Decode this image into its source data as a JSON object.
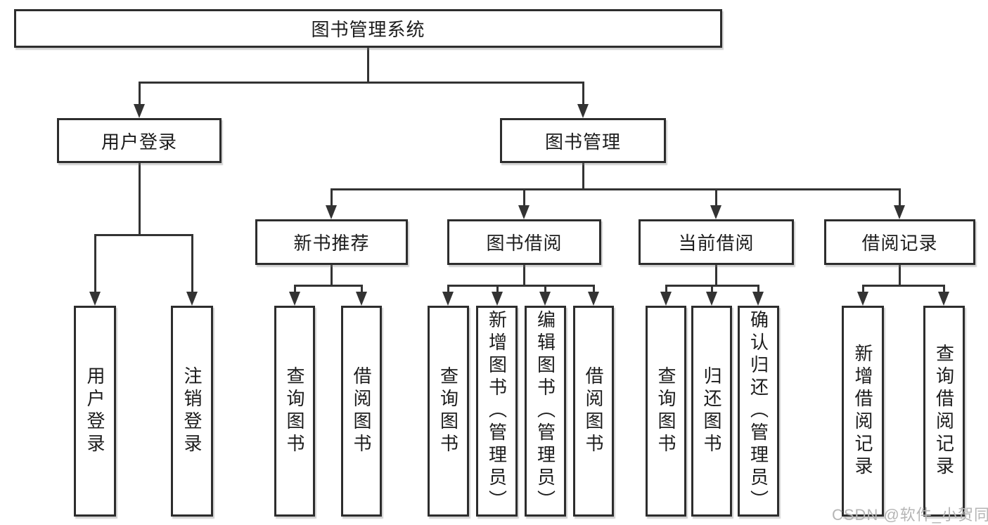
{
  "diagram": {
    "title": "图书管理系统",
    "level2": [
      {
        "label": "用户登录"
      },
      {
        "label": "图书管理"
      }
    ],
    "level3": [
      {
        "label": "新书推荐",
        "parent": "图书管理"
      },
      {
        "label": "图书借阅",
        "parent": "图书管理"
      },
      {
        "label": "当前借阅",
        "parent": "图书管理"
      },
      {
        "label": "借阅记录",
        "parent": "图书管理"
      }
    ],
    "leaves": [
      {
        "label": "用户登录",
        "parent": "用户登录"
      },
      {
        "label": "注销登录",
        "parent": "用户登录"
      },
      {
        "label": "查询图书",
        "parent": "新书推荐"
      },
      {
        "label": "借阅图书",
        "parent": "新书推荐"
      },
      {
        "label": "查询图书",
        "parent": "图书借阅"
      },
      {
        "label": "新增图书（管理员）",
        "parent": "图书借阅"
      },
      {
        "label": "编辑图书（管理员）",
        "parent": "图书借阅"
      },
      {
        "label": "借阅图书",
        "parent": "图书借阅"
      },
      {
        "label": "查询图书",
        "parent": "当前借阅"
      },
      {
        "label": "归还图书",
        "parent": "当前借阅"
      },
      {
        "label": "确认归还（管理员）",
        "parent": "当前借阅"
      },
      {
        "label": "新增借阅记录",
        "parent": "借阅记录"
      },
      {
        "label": "查询借阅记录",
        "parent": "借阅记录"
      }
    ],
    "watermark": "CSDN @软件_小贺同学",
    "colors": {
      "line": "#333333",
      "box_border": "#2d2d2d",
      "text": "#1c1c1c",
      "background": "#ffffff",
      "watermark": "#b5b5b5"
    }
  }
}
